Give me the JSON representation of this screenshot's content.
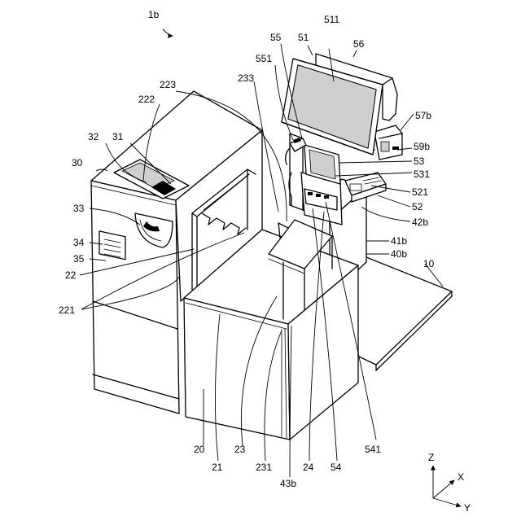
{
  "figure": {
    "title": "1b"
  },
  "labels": [
    {
      "key": "l_1b",
      "text": "1b"
    },
    {
      "key": "l_511",
      "text": "511"
    },
    {
      "key": "l_55",
      "text": "55"
    },
    {
      "key": "l_51",
      "text": "51"
    },
    {
      "key": "l_56",
      "text": "56"
    },
    {
      "key": "l_551",
      "text": "551"
    },
    {
      "key": "l_223",
      "text": "223"
    },
    {
      "key": "l_233",
      "text": "233"
    },
    {
      "key": "l_222",
      "text": "222"
    },
    {
      "key": "l_57b",
      "text": "57b"
    },
    {
      "key": "l_32",
      "text": "32"
    },
    {
      "key": "l_31",
      "text": "31"
    },
    {
      "key": "l_59b",
      "text": "59b"
    },
    {
      "key": "l_30",
      "text": "30"
    },
    {
      "key": "l_53",
      "text": "53"
    },
    {
      "key": "l_531",
      "text": "531"
    },
    {
      "key": "l_521",
      "text": "521"
    },
    {
      "key": "l_52",
      "text": "52"
    },
    {
      "key": "l_33",
      "text": "33"
    },
    {
      "key": "l_42b",
      "text": "42b"
    },
    {
      "key": "l_41b",
      "text": "41b"
    },
    {
      "key": "l_34",
      "text": "34"
    },
    {
      "key": "l_40b",
      "text": "40b"
    },
    {
      "key": "l_35",
      "text": "35"
    },
    {
      "key": "l_10",
      "text": "10"
    },
    {
      "key": "l_22",
      "text": "22"
    },
    {
      "key": "l_221",
      "text": "221"
    },
    {
      "key": "l_541",
      "text": "541"
    },
    {
      "key": "l_20",
      "text": "20"
    },
    {
      "key": "l_23",
      "text": "23"
    },
    {
      "key": "l_21",
      "text": "21"
    },
    {
      "key": "l_231",
      "text": "231"
    },
    {
      "key": "l_24",
      "text": "24"
    },
    {
      "key": "l_54",
      "text": "54"
    },
    {
      "key": "l_43b",
      "text": "43b"
    },
    {
      "key": "l_Z",
      "text": "Z"
    },
    {
      "key": "l_X",
      "text": "X"
    },
    {
      "key": "l_Y",
      "text": "Y"
    }
  ]
}
